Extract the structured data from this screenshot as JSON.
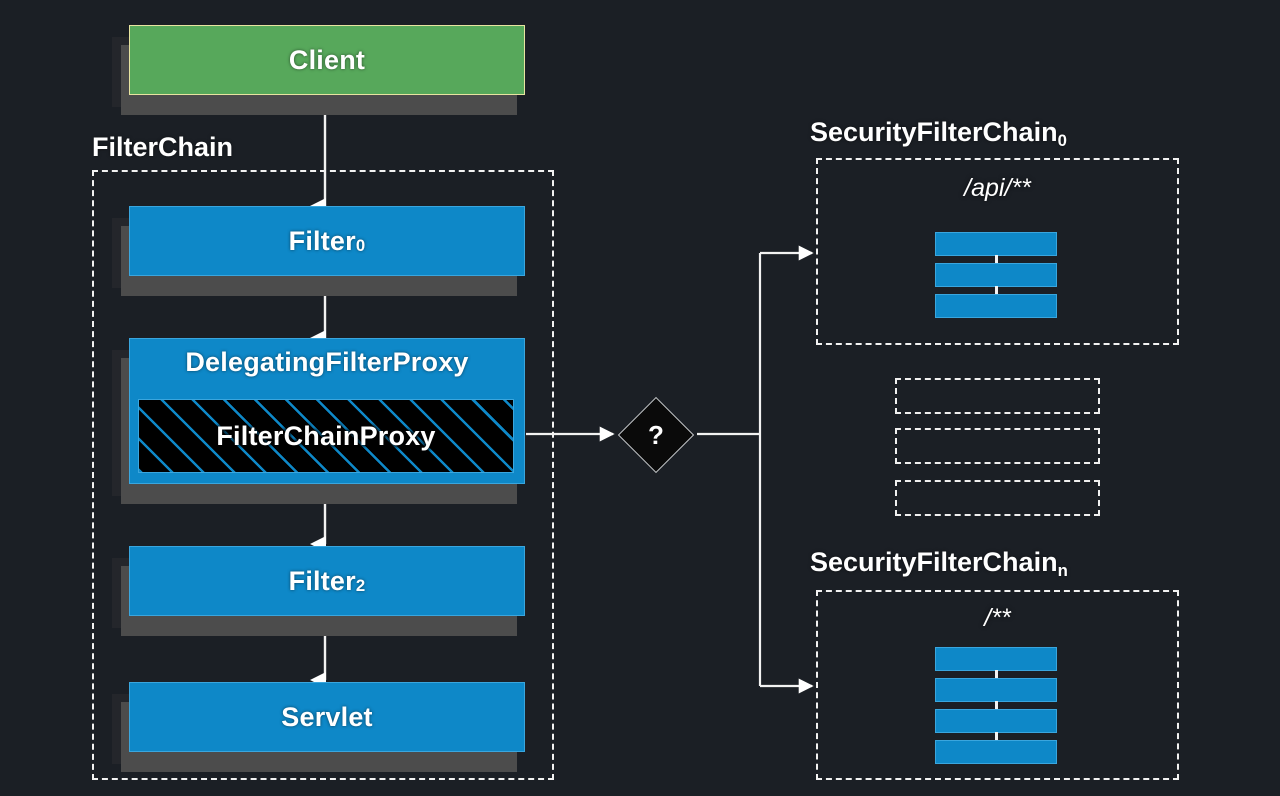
{
  "diagram": {
    "title": "Spring Security FilterChainProxy delegation",
    "background_color": "#1b1f25",
    "accent_blue": "#0e88c8",
    "accent_blue_border": "#3aa6de",
    "accent_green": "#57a85b",
    "accent_green_border": "#e8e4a0",
    "line_color": "#f2f2f2",
    "shadow_color": "#4c4c4c"
  },
  "client": {
    "label": "Client"
  },
  "filter_chain": {
    "title": "FilterChain",
    "nodes": [
      {
        "label": "Filter",
        "subscript": "0"
      },
      {
        "label": "DelegatingFilterProxy",
        "subscript": ""
      },
      {
        "label": "FilterChainProxy",
        "subscript": ""
      },
      {
        "label": "Filter",
        "subscript": "2"
      },
      {
        "label": "Servlet",
        "subscript": ""
      }
    ]
  },
  "decision": {
    "label": "?"
  },
  "security_chains": [
    {
      "title": "SecurityFilterChain",
      "subscript": "0",
      "path": "/api/**",
      "filter_count": 3
    },
    {
      "title": "SecurityFilterChain",
      "subscript": "n",
      "path": "/**",
      "filter_count": 4
    }
  ],
  "placeholder_chain": {
    "slot_count": 3,
    "note": ""
  }
}
